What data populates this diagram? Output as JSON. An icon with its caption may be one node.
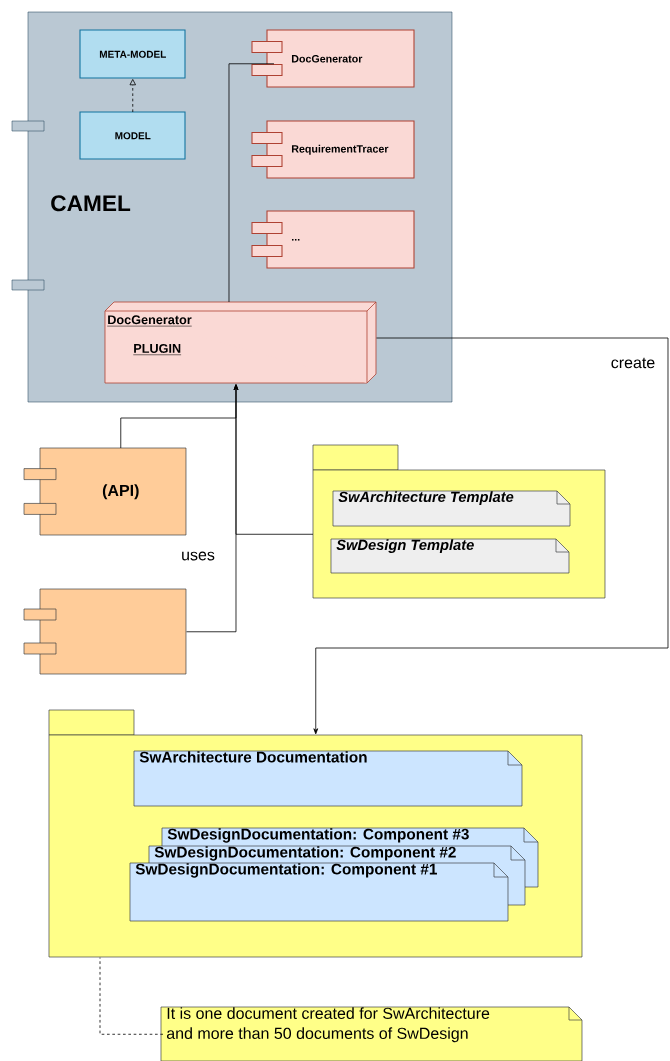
{
  "diagram": {
    "nodes": [
      {
        "text": [
          "CAMEL"
        ]
      },
      {
        "text": [
          "META-MODEL"
        ],
        "in": 0
      },
      {
        "text": [
          "MODEL"
        ],
        "in": 0
      },
      {
        "text": [
          "DocGenerator"
        ],
        "in": 0
      },
      {
        "text": [
          "RequirementTracer"
        ],
        "in": 0
      },
      {
        "text": [
          "..."
        ],
        "in": 0
      },
      {
        "text": [
          "DocGenerator",
          "PLUGIN"
        ],
        "in": 0
      },
      {
        "text": [
          "(API)"
        ]
      },
      {
        "text": [],
        "shape": "box"
      },
      {
        "text": [],
        "shape": "folder"
      },
      {
        "text": [
          "SwArchitecture Template"
        ],
        "in": 9
      },
      {
        "text": [
          "SwDesign Template"
        ],
        "in": 9
      },
      {
        "text": [],
        "shape": "folder"
      },
      {
        "text": [
          "SwArchitecture Documentation"
        ],
        "in": 12
      },
      {
        "text": [
          "SwDesignDocumentation: Component #3"
        ],
        "in": 12
      },
      {
        "text": [
          "SwDesignDocumentation: Component #2"
        ],
        "in": 12
      },
      {
        "text": [
          "SwDesignDocumentation: Component #1"
        ],
        "in": 12
      },
      {
        "text": [
          "It is one document created for SwArchitecture and more than 50 documents of SwDesign"
        ]
      }
    ],
    "edges": [
      {
        "from": 2,
        "to": 1,
        "arrow": "to",
        "style": "dashed"
      },
      {
        "from": 6,
        "to": 3,
        "arrow": "none"
      },
      {
        "from": 7,
        "to": 6,
        "arrow": "to"
      },
      {
        "from": 9,
        "to": 6,
        "arrow": "to"
      },
      {
        "from": 8,
        "to": 6,
        "arrow": "to",
        "label": "uses"
      },
      {
        "from": 6,
        "to": 12,
        "arrow": "to",
        "label": "create"
      },
      {
        "from": 17,
        "to": 12,
        "arrow": "none",
        "style": "dashed"
      }
    ]
  }
}
